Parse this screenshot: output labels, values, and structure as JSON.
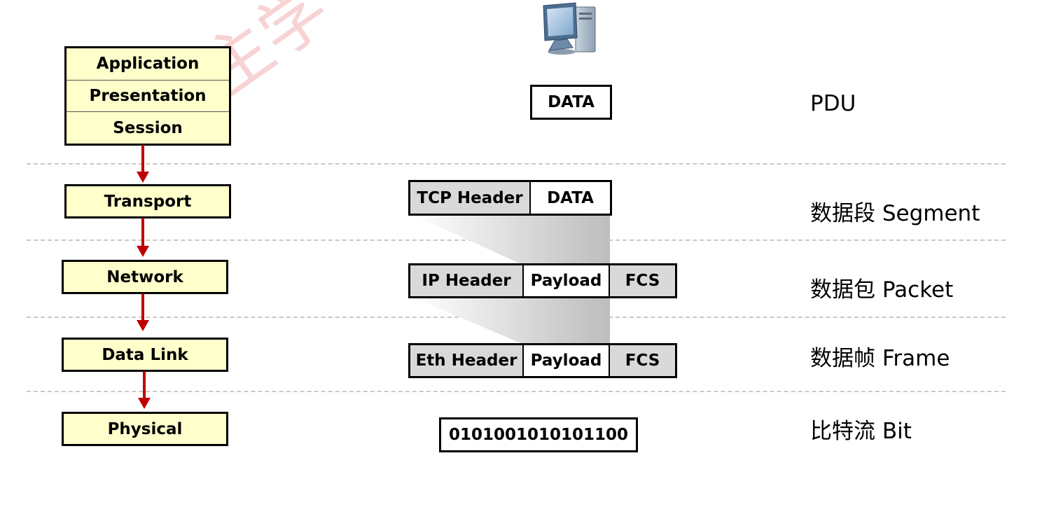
{
  "layers": {
    "upper": [
      "Application",
      "Presentation",
      "Session"
    ],
    "transport": "Transport",
    "network": "Network",
    "datalink": "Data Link",
    "physical": "Physical"
  },
  "pdu": {
    "data_label": "DATA",
    "segment": {
      "header": "TCP Header",
      "data": "DATA"
    },
    "packet": {
      "header": "IP Header",
      "payload": "Payload",
      "fcs": "FCS"
    },
    "frame": {
      "header": "Eth Header",
      "payload": "Payload",
      "fcs": "FCS"
    },
    "bits": "0101001010101100"
  },
  "right_labels": {
    "pdu": "PDU",
    "segment": "数据段 Segment",
    "packet": "数据包 Packet",
    "frame": "数据帧 Frame",
    "bit": "比特流 Bit"
  },
  "watermark_text": "阅主学",
  "icons": {
    "computer": "computer-icon",
    "arrow": "down-arrow-icon"
  },
  "colors": {
    "layer_fill": "#ffffcc",
    "arrow": "#c00000",
    "header_gray": "#d9d9d9",
    "dash": "#c8c8c8",
    "watermark": "#f3b0b0"
  }
}
